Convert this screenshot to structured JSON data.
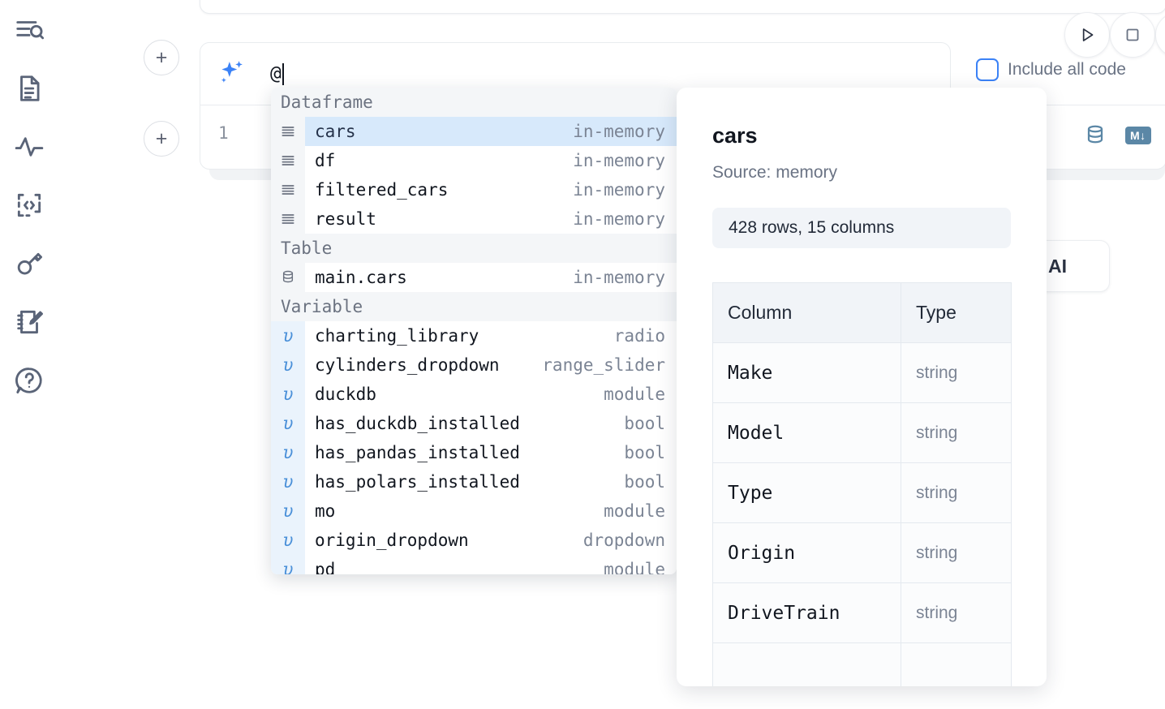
{
  "sidebar": {
    "items": [
      {
        "name": "outline-search-icon",
        "label": "Outline / Search"
      },
      {
        "name": "file-text-icon",
        "label": "Notebook file"
      },
      {
        "name": "activity-pulse-icon",
        "label": "Runtime activity"
      },
      {
        "name": "code-brackets-icon",
        "label": "Snippets"
      },
      {
        "name": "key-icon",
        "label": "Secrets"
      },
      {
        "name": "notebook-pencil-icon",
        "label": "Scratchpad"
      },
      {
        "name": "help-chat-icon",
        "label": "Help"
      }
    ]
  },
  "toolbar": {
    "run_icon": "play-triangle-icon",
    "stop_icon": "square-stop-icon",
    "extra_icon": "circle-button-icon",
    "include_all_code_label": "Include all code",
    "include_all_code_checked": false
  },
  "ai_cell": {
    "sparkle_icon": "sparkles-icon",
    "input_value": "@",
    "add_cell_label": "+"
  },
  "code_cell": {
    "line_number": "1",
    "database_icon": "database-icon",
    "markdown_badge": "M↓"
  },
  "ai_chip": {
    "label": "AI"
  },
  "autocomplete": {
    "groups": [
      {
        "title": "Dataframe",
        "items": [
          {
            "icon": "rows-icon",
            "name": "cars",
            "type": "in-memory",
            "kind": "dataframe",
            "selected": true
          },
          {
            "icon": "rows-icon",
            "name": "df",
            "type": "in-memory",
            "kind": "dataframe",
            "selected": false
          },
          {
            "icon": "rows-icon",
            "name": "filtered_cars",
            "type": "in-memory",
            "kind": "dataframe",
            "selected": false
          },
          {
            "icon": "rows-icon",
            "name": "result",
            "type": "in-memory",
            "kind": "dataframe",
            "selected": false
          }
        ]
      },
      {
        "title": "Table",
        "items": [
          {
            "icon": "database-icon",
            "name": "main.cars",
            "type": "in-memory",
            "kind": "table",
            "selected": false
          }
        ]
      },
      {
        "title": "Variable",
        "items": [
          {
            "icon": "v-icon",
            "name": "charting_library",
            "type": "radio",
            "kind": "variable",
            "selected": false
          },
          {
            "icon": "v-icon",
            "name": "cylinders_dropdown",
            "type": "range_slider",
            "kind": "variable",
            "selected": false
          },
          {
            "icon": "v-icon",
            "name": "duckdb",
            "type": "module",
            "kind": "variable",
            "selected": false
          },
          {
            "icon": "v-icon",
            "name": "has_duckdb_installed",
            "type": "bool",
            "kind": "variable",
            "selected": false
          },
          {
            "icon": "v-icon",
            "name": "has_pandas_installed",
            "type": "bool",
            "kind": "variable",
            "selected": false
          },
          {
            "icon": "v-icon",
            "name": "has_polars_installed",
            "type": "bool",
            "kind": "variable",
            "selected": false
          },
          {
            "icon": "v-icon",
            "name": "mo",
            "type": "module",
            "kind": "variable",
            "selected": false
          },
          {
            "icon": "v-icon",
            "name": "origin_dropdown",
            "type": "dropdown",
            "kind": "variable",
            "selected": false
          },
          {
            "icon": "v-icon",
            "name": "pd",
            "type": "module",
            "kind": "variable",
            "selected": false
          }
        ]
      }
    ]
  },
  "info_panel": {
    "title": "cars",
    "source": "Source: memory",
    "shape": "428 rows, 15 columns",
    "table": {
      "headers": [
        "Column",
        "Type"
      ],
      "rows": [
        [
          "Make",
          "string"
        ],
        [
          "Model",
          "string"
        ],
        [
          "Type",
          "string"
        ],
        [
          "Origin",
          "string"
        ],
        [
          "DriveTrain",
          "string"
        ],
        [
          "",
          ""
        ]
      ]
    }
  },
  "colors": {
    "accent_blue": "#3b82f6",
    "selected_row": "#d7e9fb",
    "group_header_bg": "#f4f6f8",
    "muted_text": "#7b8494",
    "icon_rail": "#5a6478",
    "badge_blue_gray": "#5b87a6"
  }
}
